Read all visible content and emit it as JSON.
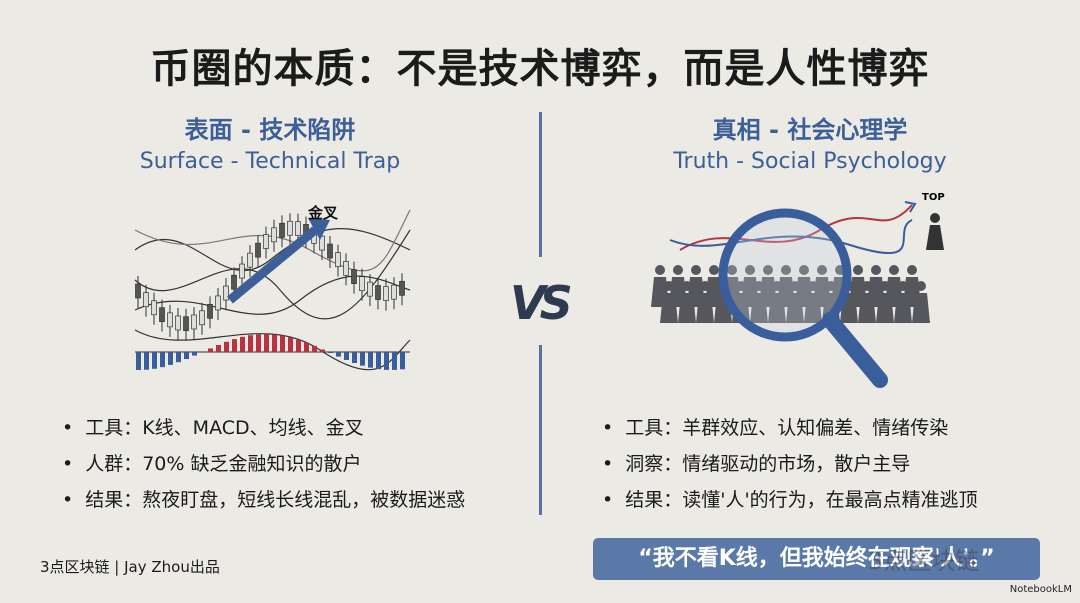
{
  "title": "币圈的本质：不是技术博弈，而是人性博弈",
  "left": {
    "heading_cn": "表面 - 技术陷阱",
    "heading_en": "Surface - Technical Trap",
    "chart_label": "金叉",
    "bullets": [
      "工具：K线、MACD、均线、金叉",
      "人群：70% 缺乏金融知识的散户",
      "结果：熬夜盯盘，短线长线混乱，被数据迷惑"
    ]
  },
  "right": {
    "heading_cn": "真相 - 社会心理学",
    "heading_en": "Truth - Social Psychology",
    "top_label": "TOP",
    "bullets": [
      "工具：羊群效应、认知偏差、情绪传染",
      "洞察：情绪驱动的市场，散户主导",
      "结果：读懂'人'的行为，在最高点精准逃顶"
    ]
  },
  "vs": "VS",
  "credit": "3点区块链 | Jay Zhou出品",
  "quote": "“我不看K线，但我始终在观察'人'。”",
  "watermark": "3点区块链",
  "brand": "NotebookLM",
  "colors": {
    "accent": "#3d5f97",
    "quote_bg": "#5a79a8",
    "up": "#b8323f",
    "down": "#3a5d9c"
  }
}
